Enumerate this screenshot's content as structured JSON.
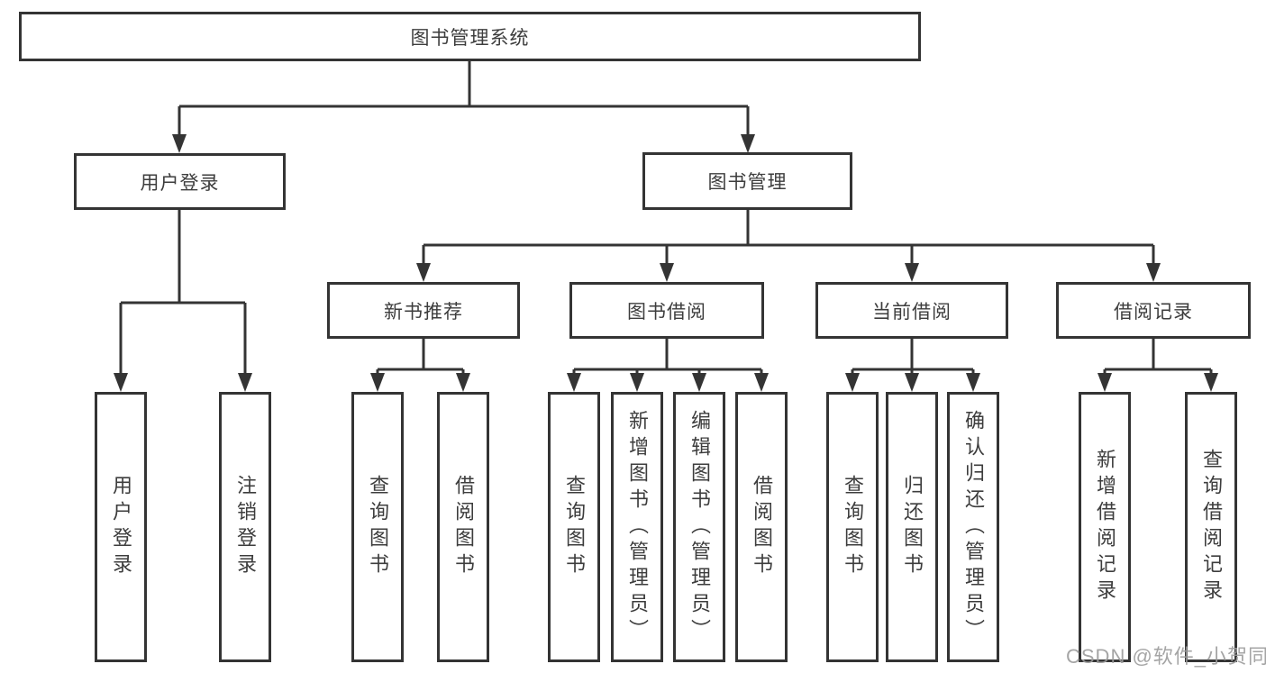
{
  "tree": {
    "root": "图书管理系统",
    "children": [
      {
        "label": "用户登录",
        "children": [
          "用户登录",
          "注销登录"
        ]
      },
      {
        "label": "图书管理",
        "children": [
          {
            "label": "新书推荐",
            "children": [
              "查询图书",
              "借阅图书"
            ]
          },
          {
            "label": "图书借阅",
            "children": [
              "查询图书",
              "新增图书（管理员）",
              "编辑图书（管理员）",
              "借阅图书"
            ]
          },
          {
            "label": "当前借阅",
            "children": [
              "查询图书",
              "归还图书",
              "确认归还（管理员）"
            ]
          },
          {
            "label": "借阅记录",
            "children": [
              "新增借阅记录",
              "查询借阅记录"
            ]
          }
        ]
      }
    ]
  },
  "watermark": "CSDN @软件_小贺同学",
  "colors": {
    "line": "#343434",
    "text": "#3d3d3d",
    "watermark": "#9b9b9b",
    "background": "#ffffff"
  }
}
